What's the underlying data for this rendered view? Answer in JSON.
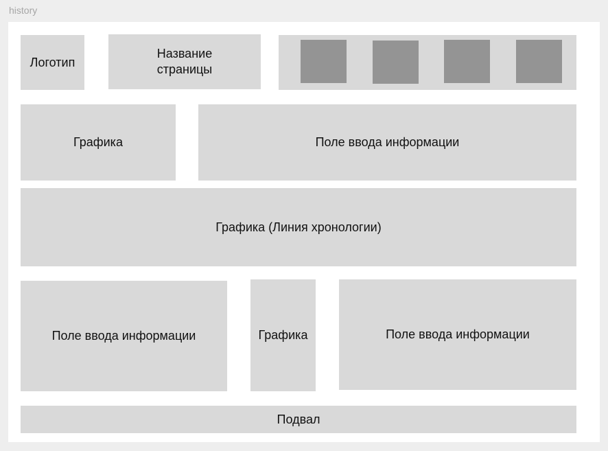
{
  "frame": {
    "title": "history"
  },
  "blocks": {
    "logo": "Логотип",
    "page_title": "Название\nстраницы",
    "graphic_top": "Графика",
    "input_top": "Поле ввода информации",
    "timeline": "Графика (Линия хронологии)",
    "input_left": "Поле ввода информации",
    "graphic_mid": "Графика",
    "input_right": "Поле ввода информации",
    "footer": "Подвал"
  },
  "colors": {
    "canvas": "#eeeeee",
    "frame": "#ffffff",
    "block": "#d9d9d9",
    "nav_square": "#949494"
  },
  "nav": {
    "square_count": 4
  }
}
